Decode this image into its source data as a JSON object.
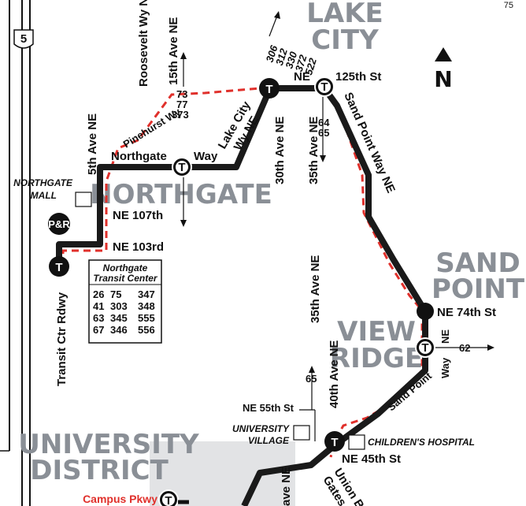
{
  "page_number": "75",
  "freeway_shield": "5",
  "north_label": "N",
  "colors": {
    "route": "#1a1a1a",
    "dashed": "#e0302b",
    "neighborhood": "#8a8f96",
    "district_shade": "#e2e3e5",
    "campus": "#e0302b"
  },
  "neighborhoods": {
    "lake_city": [
      "LAKE",
      "CITY"
    ],
    "northgate": "NORTHGATE",
    "sand_point": [
      "SAND",
      "POINT"
    ],
    "view_ridge": [
      "VIEW",
      "RIDGE"
    ],
    "university_district": [
      "UNIVERSITY",
      "DISTRICT"
    ]
  },
  "streets": {
    "roosevelt": "Roosevelt Wy NE",
    "fifteenth_ave": "15th Ave NE",
    "fifth_ave": "5th Ave NE",
    "pinehurst": "Pinehurst Wy",
    "northgate_w": "Northgate",
    "northgate_way": "Way",
    "lake_city_wy_1": "Lake City",
    "lake_city_wy_2": "Wy NE",
    "thirtieth_ave": "30th Ave NE",
    "thirtyfifth_ave": "35th Ave NE",
    "ne_125": "NE",
    "ne_125_st": "125th St",
    "sand_point_way": "Sand Point Way NE",
    "ne_107": "NE 107th",
    "ne_103": "NE 103rd",
    "transit_ctr_rdwy": "Transit Ctr Rdwy",
    "ne_74": "NE 74th St",
    "thirtyfifth_ave_s": "35th Ave NE",
    "fortieth_ave": "40th Ave NE",
    "ne_55": "NE 55th St",
    "ne_45": "NE 45th St",
    "sand_point_s": "Sand Point",
    "way_ne_1": "NE",
    "way_ne_2": "Way",
    "union_bay": "Union Ba",
    "gates": "Gates M",
    "ave_ne_bottom": "ave NE",
    "campus_pkwy": "Campus Pkwy"
  },
  "routes": {
    "lake_city_routes": [
      "306",
      "312",
      "330",
      "372",
      "522"
    ],
    "fifteenth_routes": [
      "73",
      "77",
      "373"
    ],
    "thirtyfifth_routes": [
      "64",
      "65"
    ],
    "view_ridge_route": "62",
    "fortieth_route": "65"
  },
  "landmarks": {
    "northgate_mall": [
      "NORTHGATE",
      "MALL"
    ],
    "park_ride": "P&R",
    "university_village": [
      "UNIVERSITY",
      "VILLAGE"
    ],
    "childrens_hospital": "CHILDREN'S HOSPITAL"
  },
  "transit_center": {
    "title": [
      "Northgate",
      "Transit Center"
    ],
    "rows": [
      [
        "26",
        "75",
        "347"
      ],
      [
        "41",
        "303",
        "348"
      ],
      [
        "63",
        "345",
        "555"
      ],
      [
        "67",
        "346",
        "556"
      ]
    ]
  },
  "stop_marker": "T"
}
